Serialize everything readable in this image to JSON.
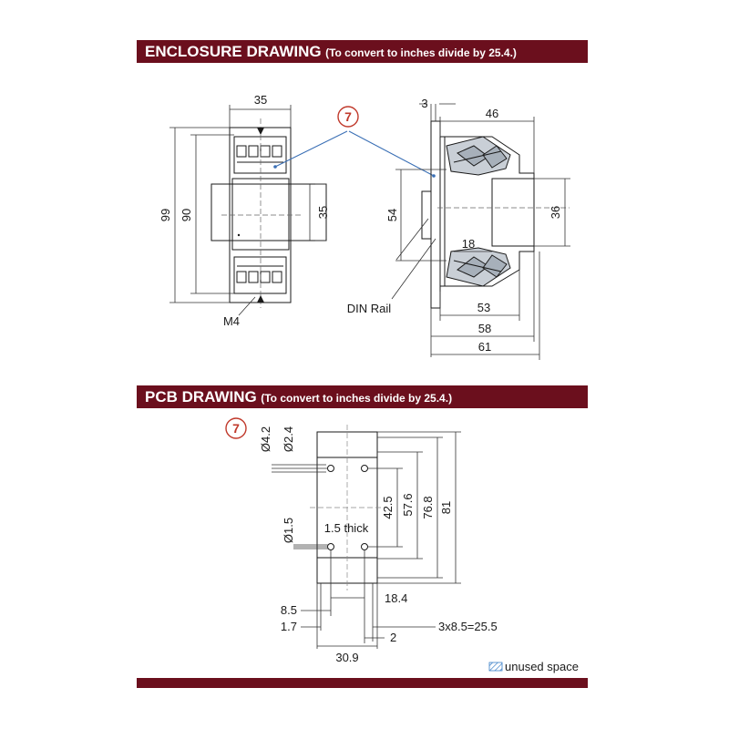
{
  "enclosure": {
    "title": "ENCLOSURE DRAWING",
    "subtitle": "(To convert to inches divide by 25.4.)",
    "callout": "7",
    "front": {
      "dim_width": "35",
      "dim_height_outer": "99",
      "dim_height_inner": "90",
      "dim_rail": "35",
      "label_screw": "M4"
    },
    "side": {
      "dim_flange": "3",
      "dim_top": "46",
      "dim_height": "54",
      "dim_inner": "36",
      "dim_18": "18",
      "dim_53": "53",
      "dim_58": "58",
      "dim_61": "61",
      "label_rail": "DIN Rail"
    }
  },
  "pcb": {
    "title": "PCB DRAWING",
    "subtitle": "(To convert to inches divide by 25.4.)",
    "callout": "7",
    "dims": {
      "d42": "Ø4.2",
      "d24": "Ø2.4",
      "d15": "Ø1.5",
      "thick": "1.5 thick",
      "v425": "42.5",
      "v576": "57.6",
      "v768": "76.8",
      "v81": "81",
      "h85": "8.5",
      "h184": "18.4",
      "h17": "1.7",
      "h2": "2",
      "h3x": "3x8.5=25.5",
      "h309": "30.9"
    },
    "legend": "unused space"
  }
}
